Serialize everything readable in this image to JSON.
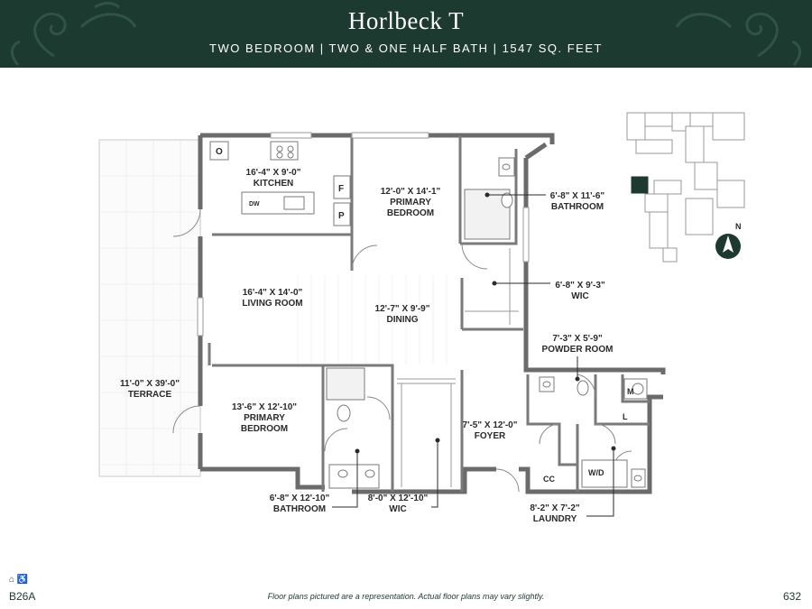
{
  "header": {
    "title": "Horlbeck T",
    "subtitle": "TWO BEDROOM | TWO & ONE HALF BATH | 1547 SQ. FEET"
  },
  "rooms": {
    "kitchen": {
      "dims": "16'-4\" X 9'-0\"",
      "name": "KITCHEN"
    },
    "primary_bedroom_1": {
      "dims": "12'-0\" X 14'-1\"",
      "name1": "PRIMARY",
      "name2": "BEDROOM"
    },
    "bathroom_1": {
      "dims": "6'-8\" X 11'-6\"",
      "name": "BATHROOM"
    },
    "living_room": {
      "dims": "16'-4\" X 14'-0\"",
      "name": "LIVING ROOM"
    },
    "wic_1": {
      "dims": "6'-8\" X 9'-3\"",
      "name": "WIC"
    },
    "dining": {
      "dims": "12'-7\" X 9'-9\"",
      "name": "DINING"
    },
    "powder_room": {
      "dims": "7'-3\" X 5'-9\"",
      "name": "POWDER ROOM"
    },
    "terrace": {
      "dims": "11'-0\" X 39'-0\"",
      "name": "TERRACE"
    },
    "primary_bedroom_2": {
      "dims": "13'-6\" X 12'-10\"",
      "name1": "PRIMARY",
      "name2": "BEDROOM"
    },
    "foyer": {
      "dims": "7'-5\" X 12'-0\"",
      "name": "FOYER"
    },
    "bathroom_2": {
      "dims": "6'-8\" X 12'-10\"",
      "name": "BATHROOM"
    },
    "wic_2": {
      "dims": "8'-0\" X 12'-10\"",
      "name": "WIC"
    },
    "laundry": {
      "dims": "8'-2\" X 7'-2\"",
      "name": "LAUNDRY"
    }
  },
  "fixtures": {
    "oven": "O",
    "fridge": "F",
    "pantry": "P",
    "dishwasher": "DW",
    "mech": "M",
    "linen": "L",
    "coat_closet": "CC",
    "washer_dryer": "W/D"
  },
  "compass": {
    "north_label": "N"
  },
  "footer": {
    "plan_code": "B26A",
    "disclaimer": "Floor plans pictured are a representation. Actual floor plans may vary slightly.",
    "page_number": "632"
  },
  "colors": {
    "header_bg": "#1d3a30",
    "wall": "#6b6b6b",
    "key_unit_highlight": "#1d3a30"
  },
  "icons": {
    "accessibility": [
      "home-icon",
      "wheelchair-icon"
    ],
    "compass": "north-arrow-icon"
  }
}
